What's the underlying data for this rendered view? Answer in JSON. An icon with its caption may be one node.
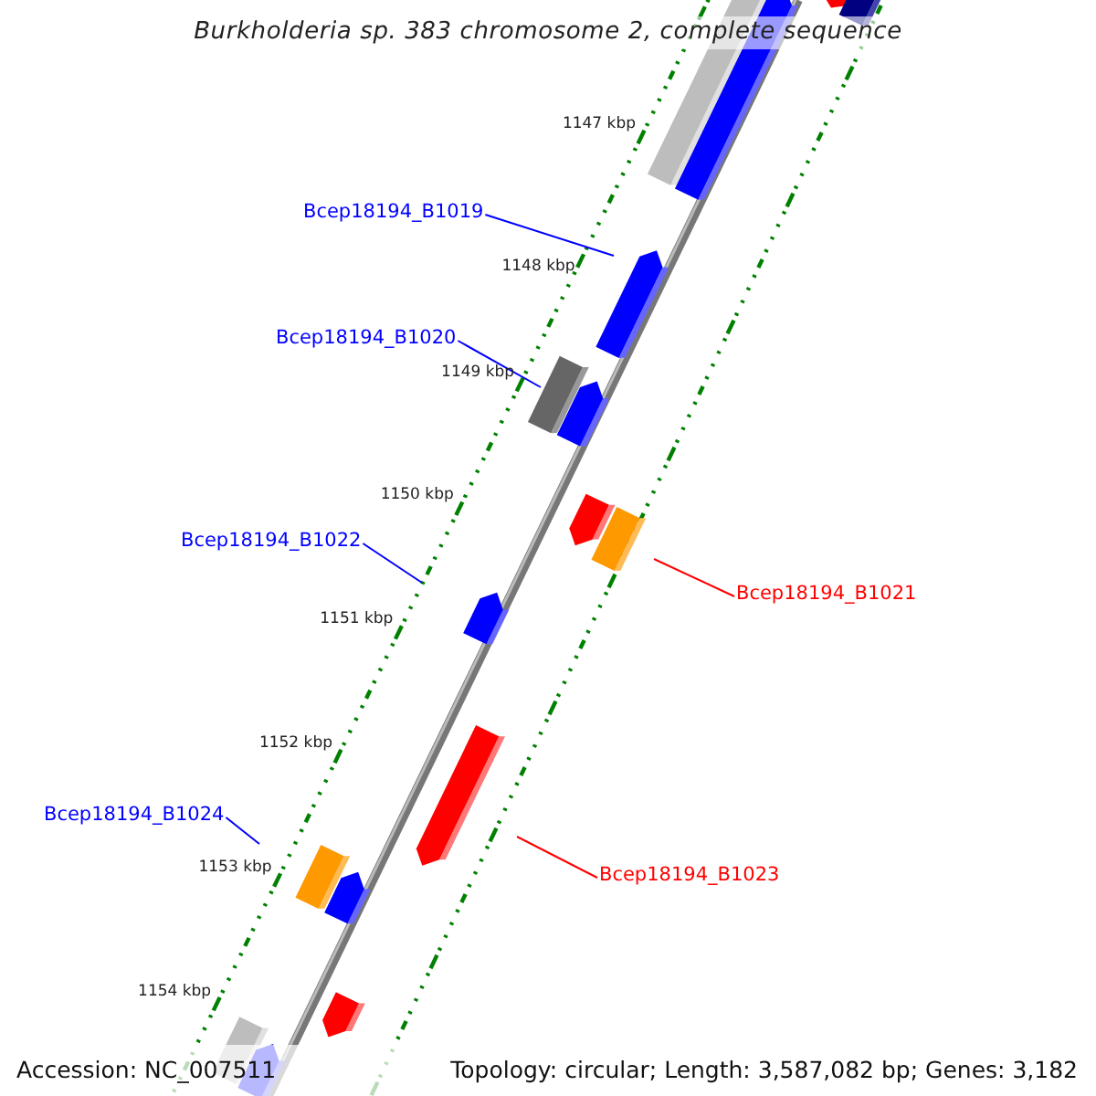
{
  "diagram": {
    "title": "Burkholderia sp. 383 chromosome 2, complete sequence",
    "nodes": [
      {
        "text": [
          "Bcep18194_B1019"
        ]
      },
      {
        "text": [
          "Bcep18194_B1020"
        ]
      },
      {
        "text": [
          "Bcep18194_B1022"
        ]
      },
      {
        "text": [
          "Bcep18194_B1021"
        ]
      },
      {
        "text": [
          "Bcep18194_B1024"
        ]
      },
      {
        "text": [
          "Bcep18194_B1023"
        ]
      }
    ],
    "edges": [
      {
        "from": 0,
        "to": null,
        "arrow": "none"
      },
      {
        "from": 1,
        "to": null,
        "arrow": "none"
      },
      {
        "from": 2,
        "to": null,
        "arrow": "none"
      },
      {
        "from": 3,
        "to": null,
        "arrow": "none",
        "color": "#ff0000"
      },
      {
        "from": 4,
        "to": null,
        "arrow": "none"
      },
      {
        "from": 5,
        "to": null,
        "arrow": "none",
        "color": "#ff0000"
      }
    ],
    "labels": [
      "1147 kbp",
      "1148 kbp",
      "1149 kbp",
      "1150 kbp",
      "1151 kbp",
      "1152 kbp",
      "1153 kbp",
      "1154 kbp",
      "Accession: NC_007511",
      "Topology: circular; Length: 3,587,082 bp; Genes: 3,182"
    ]
  }
}
